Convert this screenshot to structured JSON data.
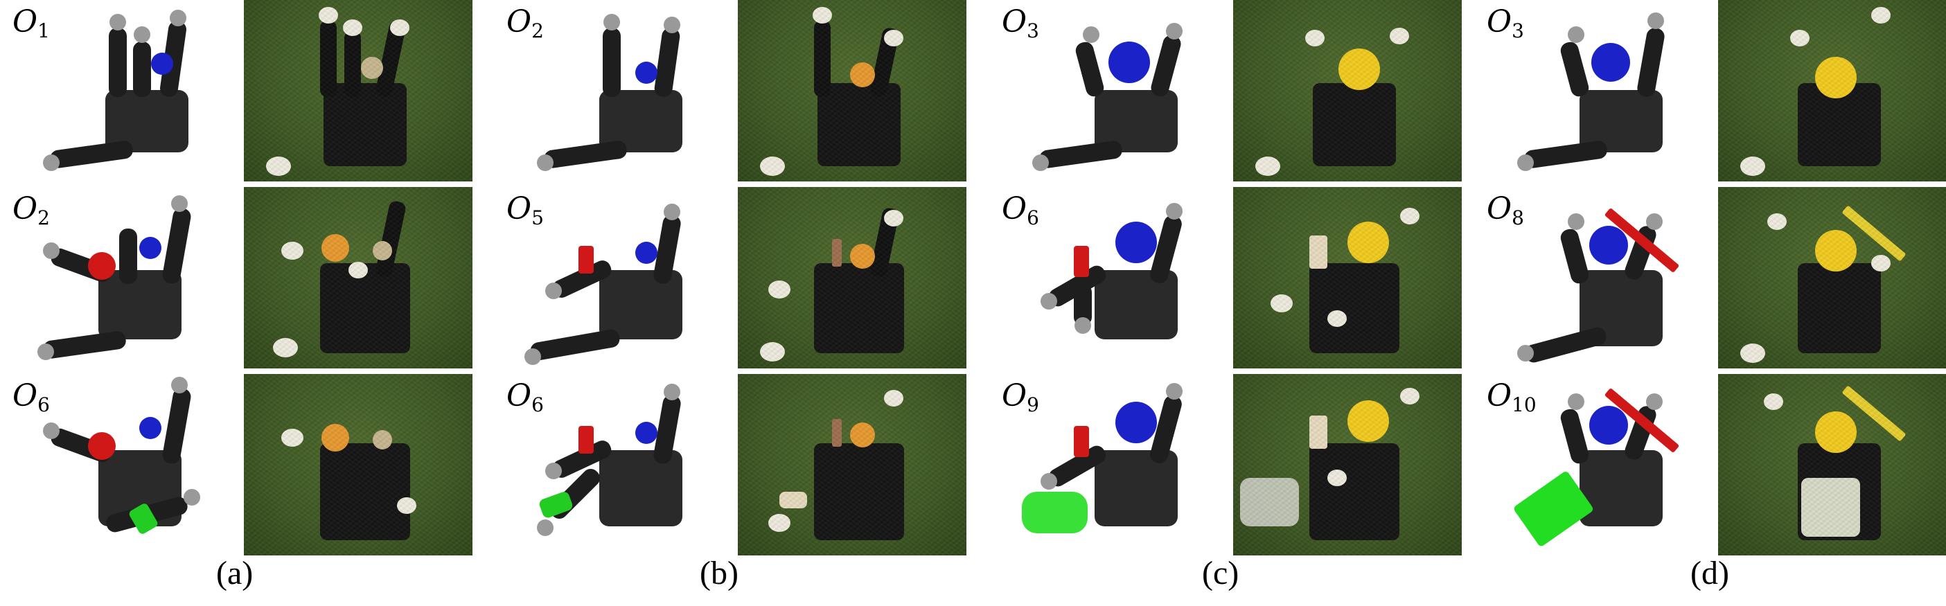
{
  "panels": [
    {
      "caption": "(a)",
      "rows": [
        {
          "label_base": "O",
          "label_sub": "1",
          "object_color": "#1a22c8",
          "grasp_color": "#e0e0e0"
        },
        {
          "label_base": "O",
          "label_sub": "2",
          "object_color": "#1a22c8",
          "grasp_color": "#f0a030"
        },
        {
          "label_base": "O",
          "label_sub": "6",
          "object_color": "#1a22c8",
          "grasp_color": "#f0a030"
        }
      ]
    },
    {
      "caption": "(b)",
      "rows": [
        {
          "label_base": "O",
          "label_sub": "2",
          "object_color": "#1a22c8",
          "grasp_color": "#f0a030"
        },
        {
          "label_base": "O",
          "label_sub": "5",
          "object_color": "#1a22c8",
          "grasp_color": "#f0a030"
        },
        {
          "label_base": "O",
          "label_sub": "6",
          "object_color": "#1a22c8",
          "grasp_color": "#f0a030"
        }
      ]
    },
    {
      "caption": "(c)",
      "rows": [
        {
          "label_base": "O",
          "label_sub": "3",
          "object_color": "#1a22c8",
          "grasp_color": "#f2cc20"
        },
        {
          "label_base": "O",
          "label_sub": "6",
          "object_color": "#1a22c8",
          "grasp_color": "#f2cc20"
        },
        {
          "label_base": "O",
          "label_sub": "9",
          "object_color": "#1a22c8",
          "grasp_color": "#f2cc20"
        }
      ]
    },
    {
      "caption": "(d)",
      "rows": [
        {
          "label_base": "O",
          "label_sub": "3",
          "object_color": "#1a22c8",
          "grasp_color": "#f2cc20"
        },
        {
          "label_base": "O",
          "label_sub": "8",
          "object_color": "#1a22c8",
          "grasp_color": "#f2cc20"
        },
        {
          "label_base": "O",
          "label_sub": "10",
          "object_color": "#1a22c8",
          "grasp_color": "#f2cc20"
        }
      ]
    }
  ]
}
